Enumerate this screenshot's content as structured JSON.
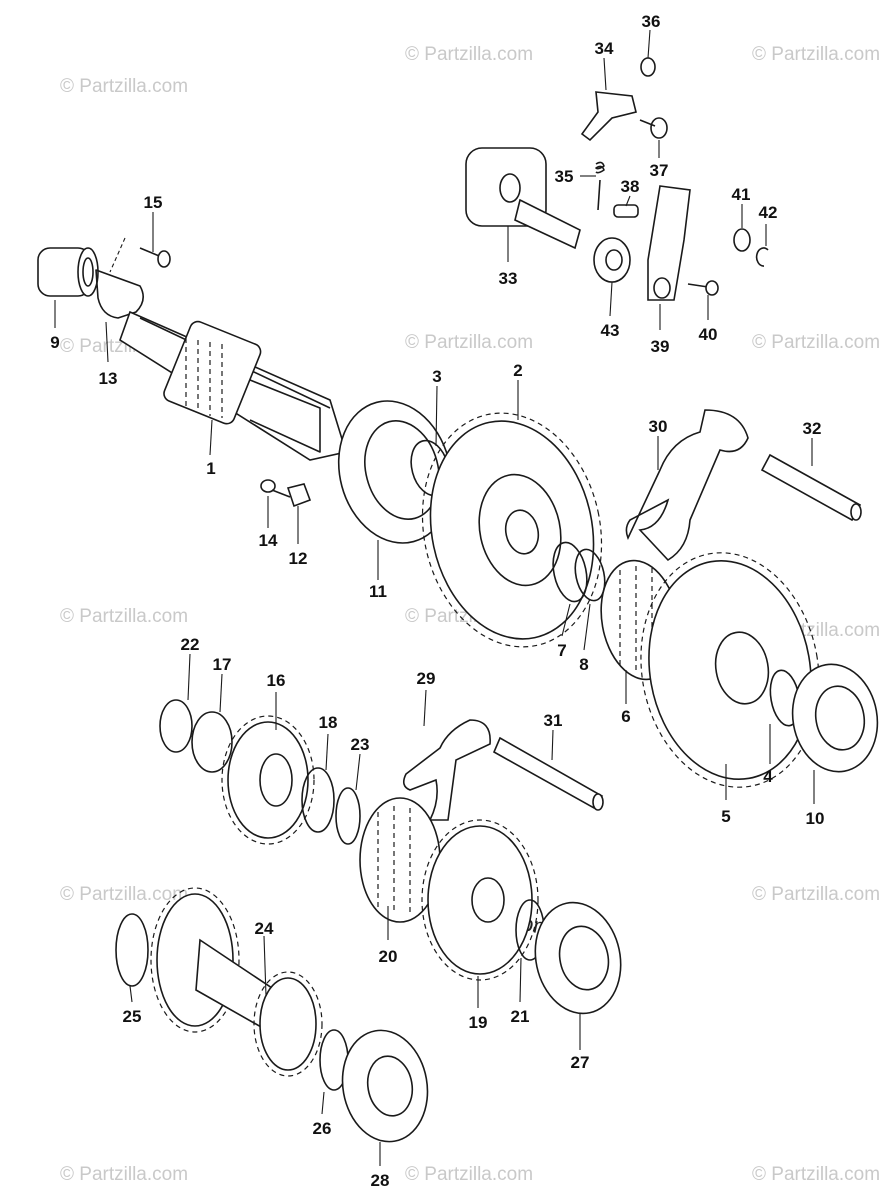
{
  "watermark": "© Partzilla.com",
  "callouts": [
    "1",
    "2",
    "3",
    "4",
    "5",
    "6",
    "7",
    "8",
    "9",
    "10",
    "11",
    "12",
    "13",
    "14",
    "15",
    "16",
    "17",
    "18",
    "19",
    "20",
    "21",
    "22",
    "23",
    "24",
    "25",
    "26",
    "27",
    "28",
    "29",
    "30",
    "31",
    "32",
    "33",
    "34",
    "35",
    "36",
    "37",
    "38",
    "39",
    "40",
    "41",
    "42",
    "43"
  ]
}
